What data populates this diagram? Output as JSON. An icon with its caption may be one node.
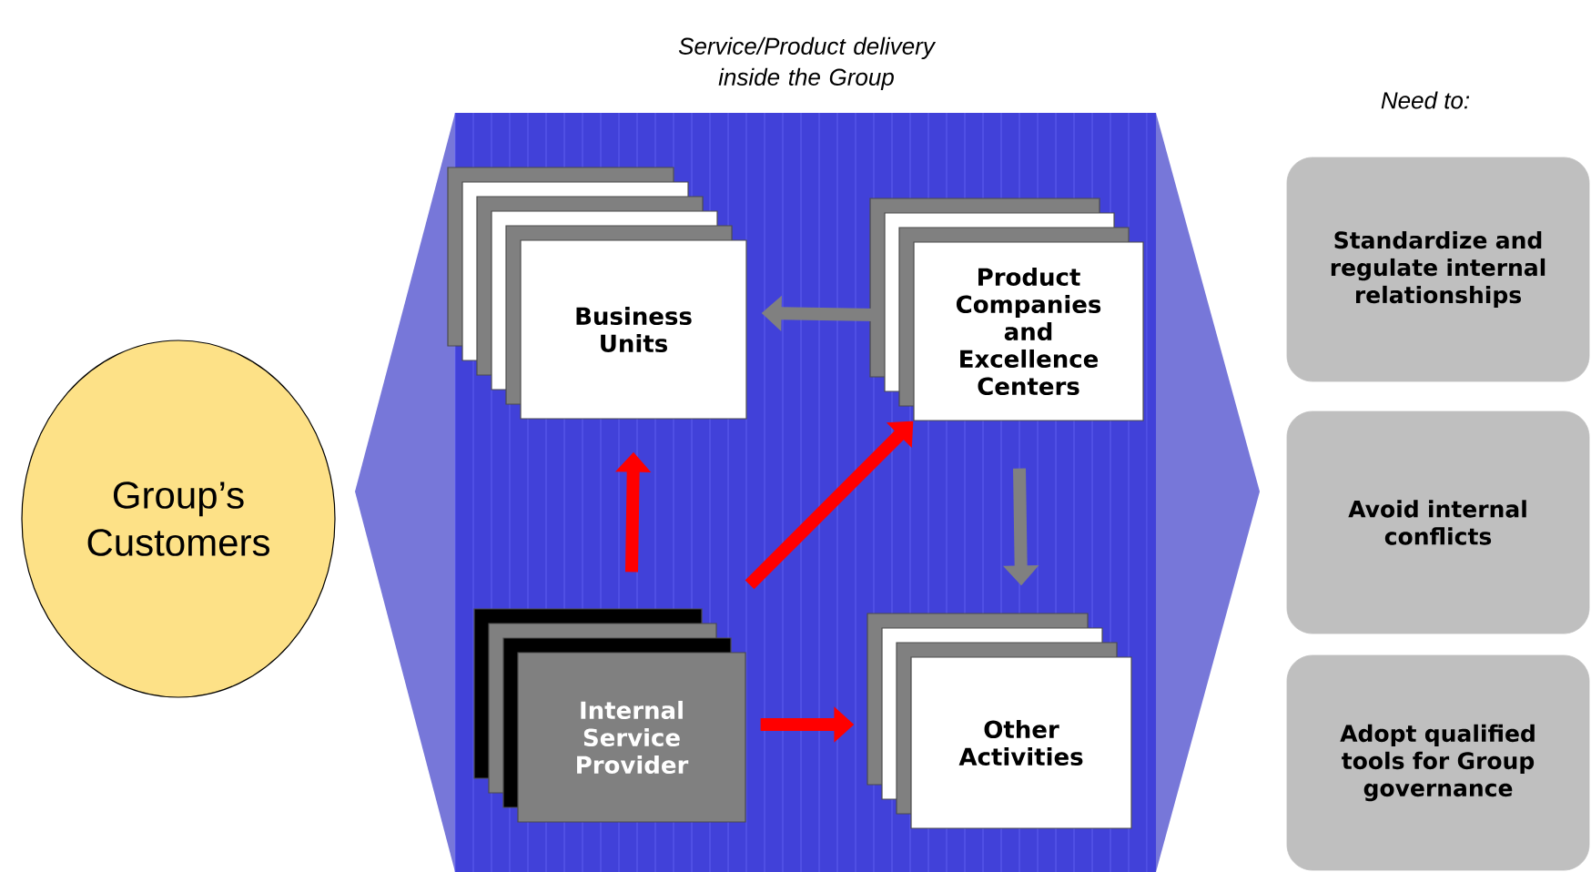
{
  "diagram": {
    "nodes": [
      {
        "text": [
          "Group’s Customers"
        ]
      },
      {
        "text": [
          "Service/Product delivery inside the Group"
        ]
      },
      {
        "text": [
          "Business Units"
        ],
        "in": 1
      },
      {
        "text": [
          "Product Companies and Excellence Centers"
        ],
        "in": 1
      },
      {
        "text": [
          "Internal Service Provider"
        ],
        "in": 1
      },
      {
        "text": [
          "Other Activities"
        ],
        "in": 1
      },
      {
        "text": [
          "Standardize and regulate internal relationships"
        ]
      },
      {
        "text": [
          "Avoid internal conflicts"
        ]
      },
      {
        "text": [
          "Adopt qualified tools for Group governance"
        ]
      }
    ],
    "edges": [
      {
        "from": 3,
        "to": 2,
        "arrow": "to",
        "color": "#808080"
      },
      {
        "from": 4,
        "to": 2,
        "arrow": "to"
      },
      {
        "from": 4,
        "to": 3,
        "arrow": "to"
      },
      {
        "from": 3,
        "to": 5,
        "arrow": "to",
        "color": "#808080"
      },
      {
        "from": 4,
        "to": 5,
        "arrow": "to"
      }
    ],
    "labels": [
      "Need to:"
    ]
  }
}
